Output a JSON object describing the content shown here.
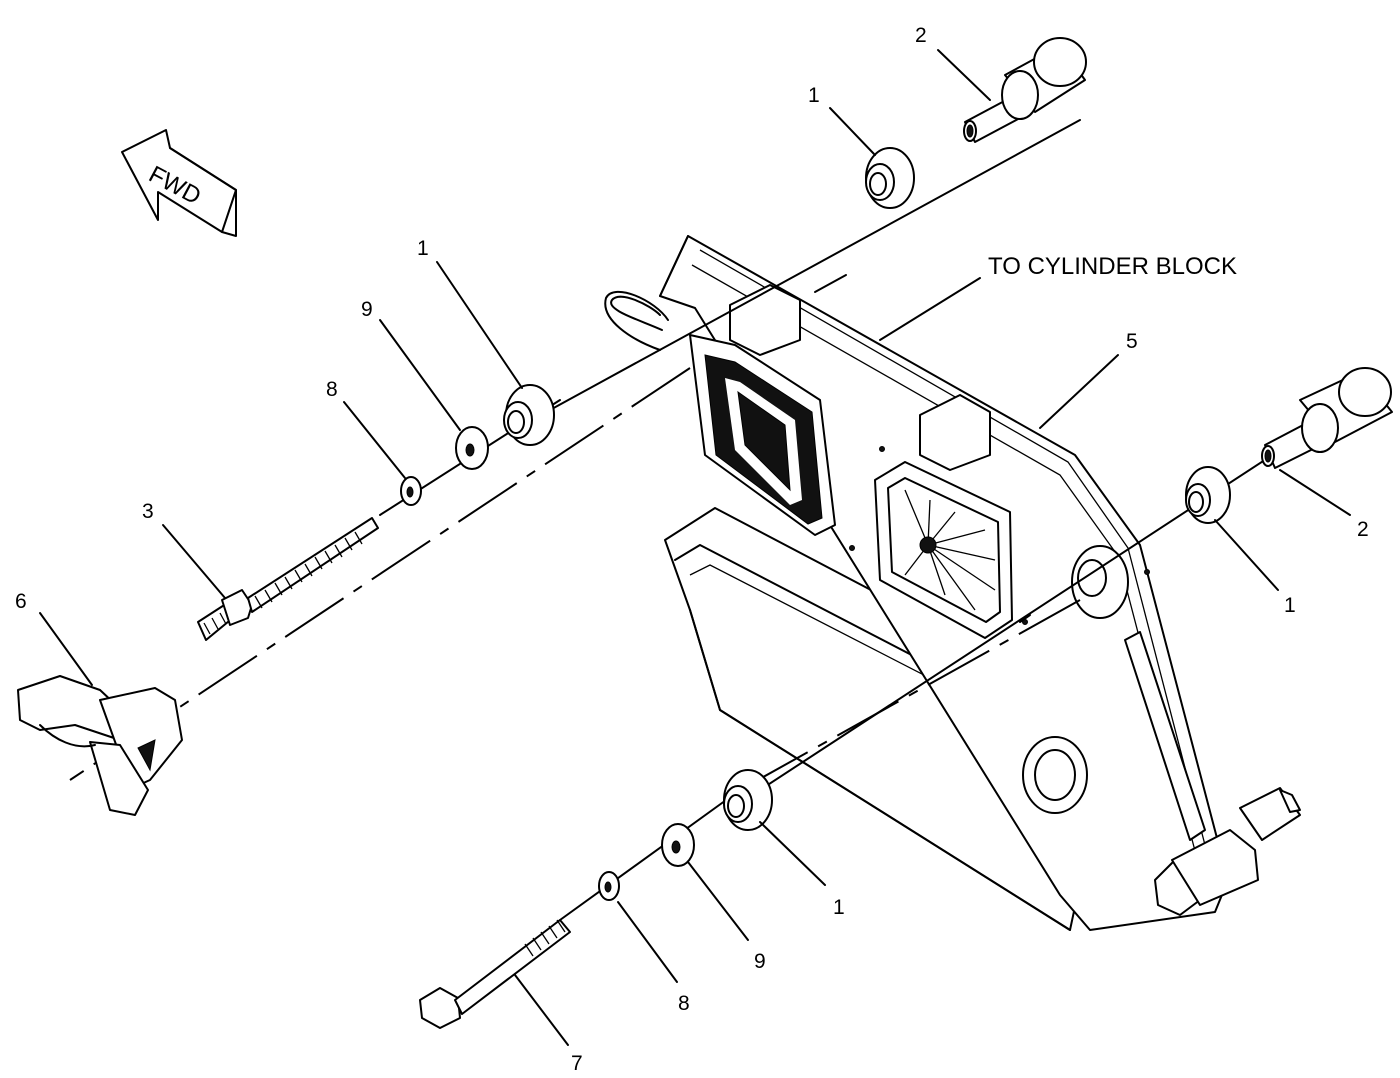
{
  "labels": {
    "fwd": "FWD",
    "to_cylinder_block": "TO CYLINDER BLOCK"
  },
  "callouts": [
    "1",
    "2",
    "1",
    "9",
    "8",
    "3",
    "6",
    "5",
    "1",
    "2",
    "1",
    "9",
    "8",
    "7"
  ]
}
